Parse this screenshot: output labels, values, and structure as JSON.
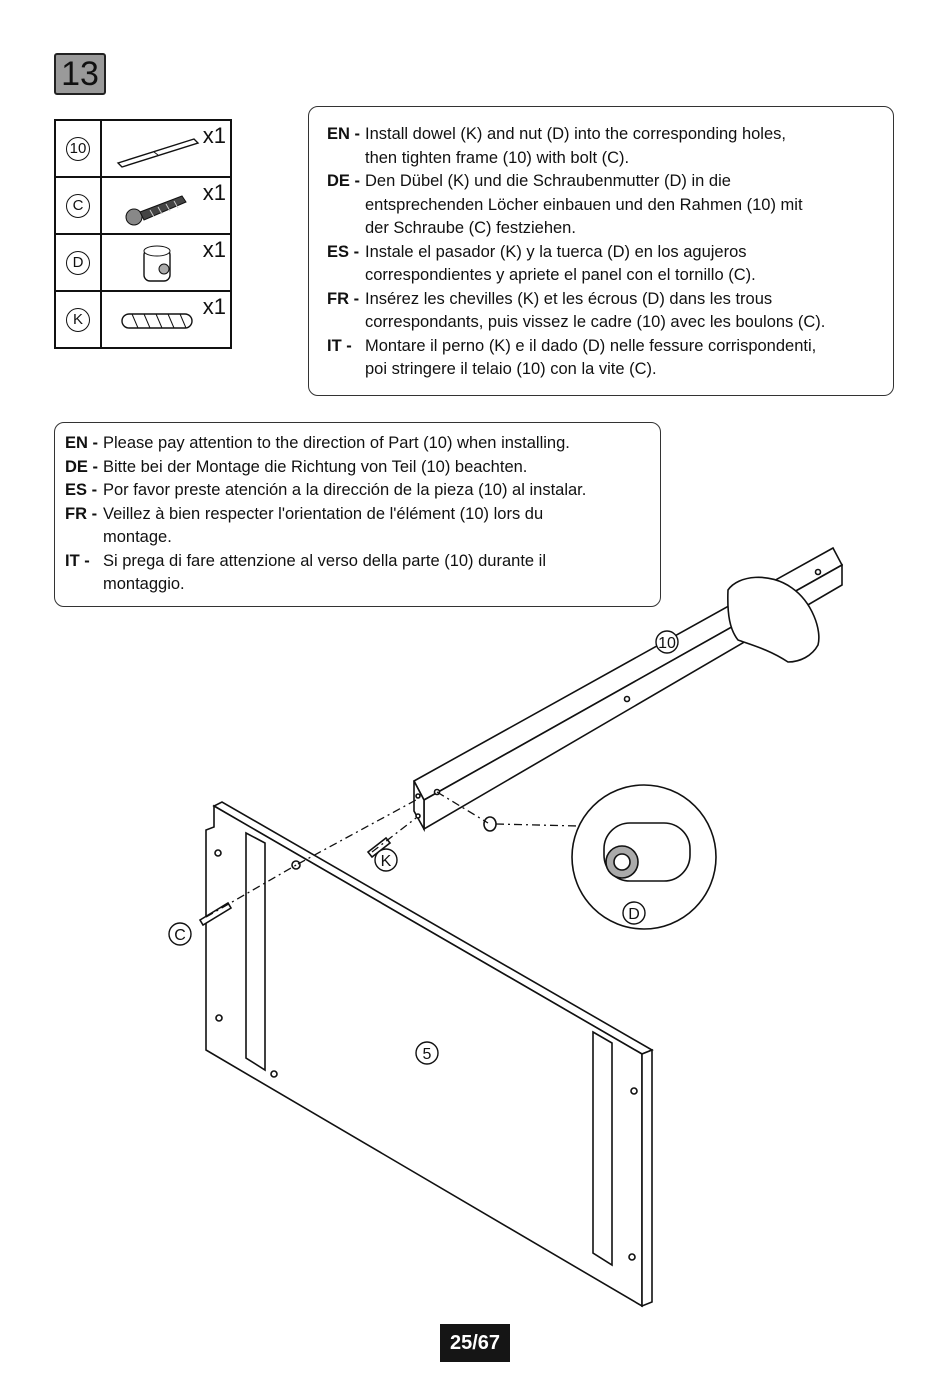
{
  "step": "13",
  "parts": [
    {
      "id": "10",
      "qty": "x1",
      "icon": "frame-bar-icon"
    },
    {
      "id": "C",
      "qty": "x1",
      "icon": "bolt-icon"
    },
    {
      "id": "D",
      "qty": "x1",
      "icon": "barrel-nut-icon"
    },
    {
      "id": "K",
      "qty": "x1",
      "icon": "dowel-icon"
    }
  ],
  "instructions": {
    "en_code": "EN -",
    "en_1": "Install dowel (K) and nut (D) into the corresponding holes,",
    "en_2": "then tighten frame (10) with bolt (C).",
    "de_code": "DE -",
    "de_1": "Den Dübel (K) und die Schraubenmutter (D) in die",
    "de_2": "entsprechenden Löcher einbauen und den Rahmen (10) mit",
    "de_3": "der Schraube (C) festziehen.",
    "es_code": "ES -",
    "es_1": "Instale el pasador (K) y la tuerca (D) en los agujeros",
    "es_2": "correspondientes y apriete el panel con el tornillo (C).",
    "fr_code": "FR -",
    "fr_1": "Insérez les chevilles (K) et les écrous (D) dans les trous",
    "fr_2": "correspondants, puis vissez le cadre (10) avec les boulons (C).",
    "it_code": "IT -",
    "it_1": "Montare il perno (K) e il dado (D) nelle fessure corrispondenti,",
    "it_2": "poi stringere il telaio (10) con la vite (C)."
  },
  "notice": {
    "en_code": "EN -",
    "en_1": "Please pay attention to the direction of Part (10) when installing.",
    "de_code": "DE -",
    "de_1": "Bitte bei der Montage die Richtung von Teil (10) beachten.",
    "es_code": "ES -",
    "es_1": "Por favor preste atención a la dirección de la pieza (10) al instalar.",
    "fr_code": "FR -",
    "fr_1": "Veillez à bien respecter l'orientation de l'élément (10) lors du",
    "fr_2": "montage.",
    "it_code": "IT -",
    "it_1": "Si prega di fare attenzione al verso della parte (10) durante il",
    "it_2": "montaggio."
  },
  "diagram_labels": {
    "frame": "10",
    "dowel": "K",
    "bolt": "C",
    "nut": "D",
    "panel": "5"
  },
  "page": "25/67"
}
